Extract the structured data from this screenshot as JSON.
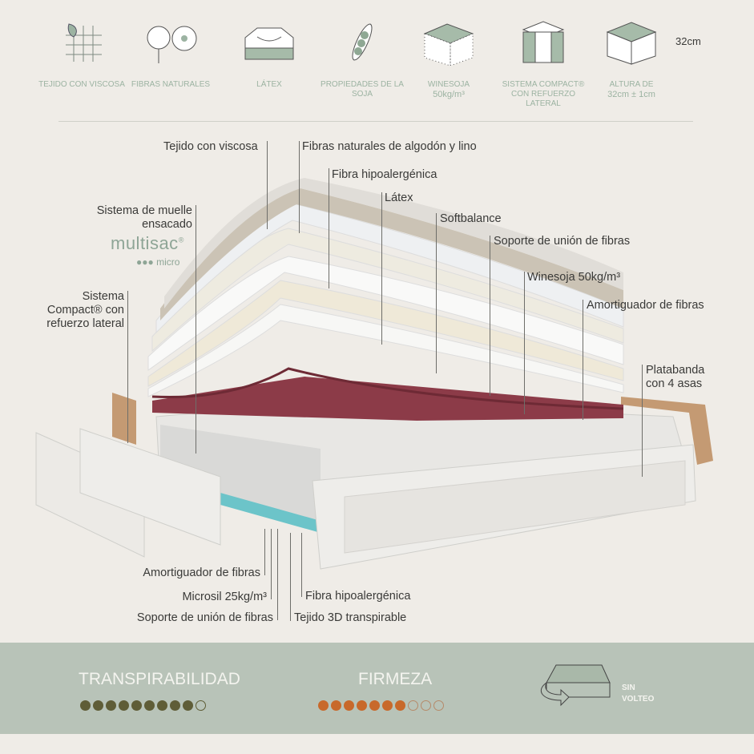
{
  "features": [
    {
      "icon": "fabric-leaf-icon",
      "label": "TEJIDO CON VISCOSA"
    },
    {
      "icon": "cotton-flower-icon",
      "label": "FIBRAS NATURALES"
    },
    {
      "icon": "latex-block-icon",
      "label": "LÁTEX"
    },
    {
      "icon": "soy-pod-icon",
      "label": "PROPIEDADES DE LA SOJA"
    },
    {
      "icon": "foam-block-icon",
      "label": "WINESOJA",
      "sublabel": "50kg/m³"
    },
    {
      "icon": "spring-block-icon",
      "label": "SISTEMA COMPACT® CON REFUERZO LATERAL"
    },
    {
      "icon": "height-block-icon",
      "label": "ALTURA DE",
      "sublabel": "32cm ± 1cm",
      "dimension": "32cm"
    }
  ],
  "layers_top": {
    "tejido": "Tejido con viscosa",
    "fibras": "Fibras naturales de algodón y lino",
    "hipo": "Fibra hipoalergénica",
    "latex": "Látex",
    "softbalance": "Softbalance",
    "soporte": "Soporte de unión de fibras",
    "winesoja": "Winesoja 50kg/m³",
    "amortiguador": "Amortiguador de fibras",
    "platabanda": "Platabanda con 4 asas",
    "muelle": "Sistema de muelle ensacado",
    "compact": "Sistema Compact® con refuerzo lateral"
  },
  "brand": {
    "name": "multisac",
    "suffix": "®",
    "sub": "micro"
  },
  "layers_bottom": {
    "amortiguador": "Amortiguador de fibras",
    "microsil": "Microsil 25kg/m³",
    "soporte": "Soporte de unión de fibras",
    "hipo": "Fibra hipoalergénica",
    "tejido3d": "Tejido 3D transpirable"
  },
  "ratings": {
    "transpirabilidad": {
      "label": "TRANSPIRABILIDAD",
      "value": 9,
      "max": 10,
      "color": "#5f5d37"
    },
    "firmeza": {
      "label": "FIRMEZA",
      "value": 7,
      "max": 10,
      "color": "#c8692b"
    },
    "volteo": {
      "line1": "SIN",
      "line2": "VOLTEO"
    }
  }
}
